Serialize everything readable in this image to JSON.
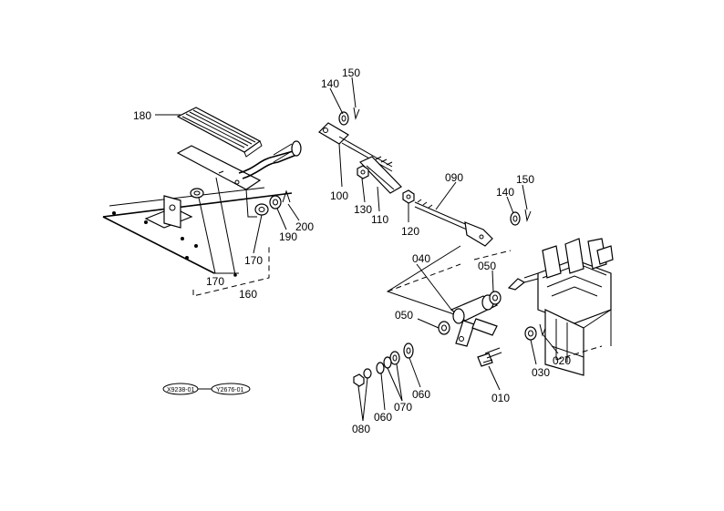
{
  "parts": [
    {
      "id": "p180",
      "text": "180"
    },
    {
      "id": "p140a",
      "text": "140"
    },
    {
      "id": "p150a",
      "text": "150"
    },
    {
      "id": "p100",
      "text": "100"
    },
    {
      "id": "p130",
      "text": "130"
    },
    {
      "id": "p110",
      "text": "110"
    },
    {
      "id": "p120",
      "text": "120"
    },
    {
      "id": "p090",
      "text": "090"
    },
    {
      "id": "p140b",
      "text": "140"
    },
    {
      "id": "p150b",
      "text": "150"
    },
    {
      "id": "p200",
      "text": "200"
    },
    {
      "id": "p190",
      "text": "190"
    },
    {
      "id": "p170a",
      "text": "170"
    },
    {
      "id": "p170b",
      "text": "170"
    },
    {
      "id": "p160",
      "text": "160"
    },
    {
      "id": "p040",
      "text": "040"
    },
    {
      "id": "p050a",
      "text": "050"
    },
    {
      "id": "p050b",
      "text": "050"
    },
    {
      "id": "p030",
      "text": "030"
    },
    {
      "id": "p020",
      "text": "020"
    },
    {
      "id": "p010",
      "text": "010"
    },
    {
      "id": "p060a",
      "text": "060"
    },
    {
      "id": "p060b",
      "text": "060"
    },
    {
      "id": "p070",
      "text": "070"
    },
    {
      "id": "p080",
      "text": "080"
    }
  ],
  "refs": {
    "left": "X9238-01",
    "right": "Y2676-01"
  }
}
